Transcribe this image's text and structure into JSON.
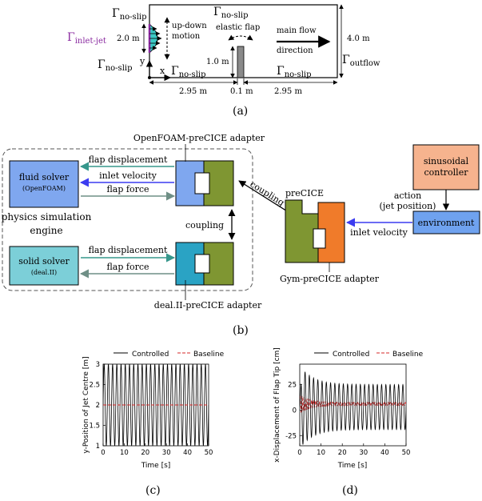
{
  "panel_a": {
    "caption": "(a)",
    "gamma": "Γ",
    "sub_noslip": "no-slip",
    "sub_inlet": "inlet-jet",
    "sub_outflow": "outflow",
    "jet_height": "2.0 m",
    "up_down_1": "up-down",
    "up_down_2": "motion",
    "elastic_flap": "elastic flap",
    "main_flow_1": "main flow",
    "main_flow_2": "direction",
    "flap_height": "1.0 m",
    "domain_height": "4.0 m",
    "axis_y": "y",
    "axis_x": "x",
    "dim_left": "2.95 m",
    "dim_flap": "0.1 m",
    "dim_right": "2.95 m"
  },
  "panel_b": {
    "caption": "(b)",
    "openfoam_adapter": "OpenFOAM-preCICE adapter",
    "dealii_adapter": "deal.II-preCICE adapter",
    "gym_adapter": "Gym-preCICE adapter",
    "fluid_solver": "fluid solver",
    "fluid_solver_sub": "(OpenFOAM)",
    "solid_solver": "solid solver",
    "solid_solver_sub": "(deal.II)",
    "flap_displacement_1": "flap displacement",
    "inlet_velocity_1": "inlet velocity",
    "flap_force_1": "flap force",
    "flap_displacement_2": "flap displacement",
    "flap_force_2": "flap force",
    "physics_1": "physics simulation",
    "physics_2": "engine",
    "coupling_1": "coupling",
    "coupling_2": "coupling",
    "precice": "preCICE",
    "controller_1": "sinusoidal",
    "controller_2": "controller",
    "action_1": "action",
    "action_2": "(jet position)",
    "environment": "environment",
    "inlet_velocity_2": "inlet velocity"
  },
  "colors": {
    "fluid_box": "#7fa7ef",
    "solid_box": "#7ccfd8",
    "openfoam_adapter": "#7fa7ef",
    "dealii_adapter": "#2aa3c4",
    "precice_green": "#7f9632",
    "gym_orange": "#f07b2a",
    "controller_box": "#f6b38e",
    "environment_box": "#6fa2ef",
    "arrow_teal": "#36978c",
    "arrow_gray": "#6f8f86",
    "arrow_blue": "#3c3cf0",
    "controlled_line": "#000000",
    "baseline_line": "#d42a2a"
  },
  "chart_data": [
    {
      "type": "line",
      "caption": "(c)",
      "xlabel": "Time [s]",
      "ylabel": "y-Position of Jet Centre [m]",
      "xlim": [
        0,
        50
      ],
      "ylim": [
        1,
        3
      ],
      "xticks": [
        0,
        10,
        20,
        30,
        40,
        50
      ],
      "yticks": [
        1,
        1.5,
        2,
        2.5,
        3
      ],
      "legend": "top",
      "series": [
        {
          "name": "Controlled",
          "style": "solid",
          "description": "sinusoid 2 + sin(2*pi*t/2), period 2 s",
          "amplitude": 1,
          "mean": 2,
          "period": 2
        },
        {
          "name": "Baseline",
          "style": "dashed",
          "constant": 2
        }
      ]
    },
    {
      "type": "line",
      "caption": "(d)",
      "xlabel": "Time [s]",
      "ylabel": "x-Displacement of Flap Tip [cm]",
      "xlim": [
        0,
        50
      ],
      "ylim": [
        -35,
        45
      ],
      "xticks": [
        0,
        10,
        20,
        30,
        40,
        50
      ],
      "yticks": [
        -25,
        0,
        25
      ],
      "legend": "top",
      "series": [
        {
          "name": "Controlled",
          "style": "solid",
          "period": 2,
          "peak_amplitude": 38,
          "settled_amplitude": 22,
          "mean": 3
        },
        {
          "name": "Baseline",
          "style": "dashed",
          "period": 0.9,
          "initial_amplitude": 9,
          "settled_amplitude": 1.5,
          "mean": 6
        }
      ]
    }
  ]
}
